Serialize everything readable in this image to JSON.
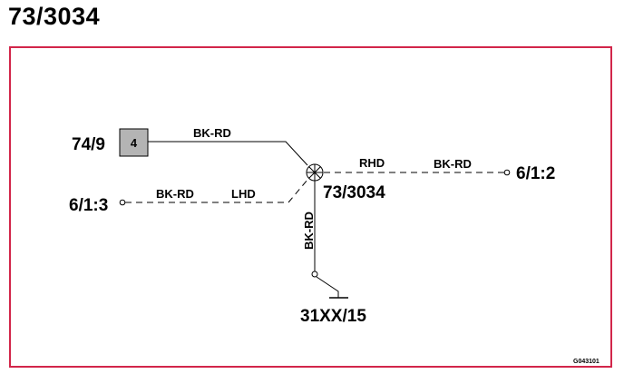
{
  "title": "73/3034",
  "colors": {
    "frame": "#d2264a",
    "component_fill": "#b4b4b4"
  },
  "components": {
    "connector_box": {
      "ref": "74/9",
      "pin": "4"
    },
    "junction": {
      "ref": "73/3034",
      "icon": "crossed-circle-splice"
    },
    "ground": {
      "ref": "31XX/15",
      "icon": "ground-symbol"
    },
    "left_terminal": {
      "ref": "6/1:3"
    },
    "right_terminal": {
      "ref": "6/1:2"
    }
  },
  "wires": {
    "top_color": "BK-RD",
    "lhd_color": "BK-RD",
    "lhd_label": "LHD",
    "rhd_color": "BK-RD",
    "rhd_label": "RHD",
    "ground_color": "BK-RD"
  },
  "figure_code": "G043101"
}
